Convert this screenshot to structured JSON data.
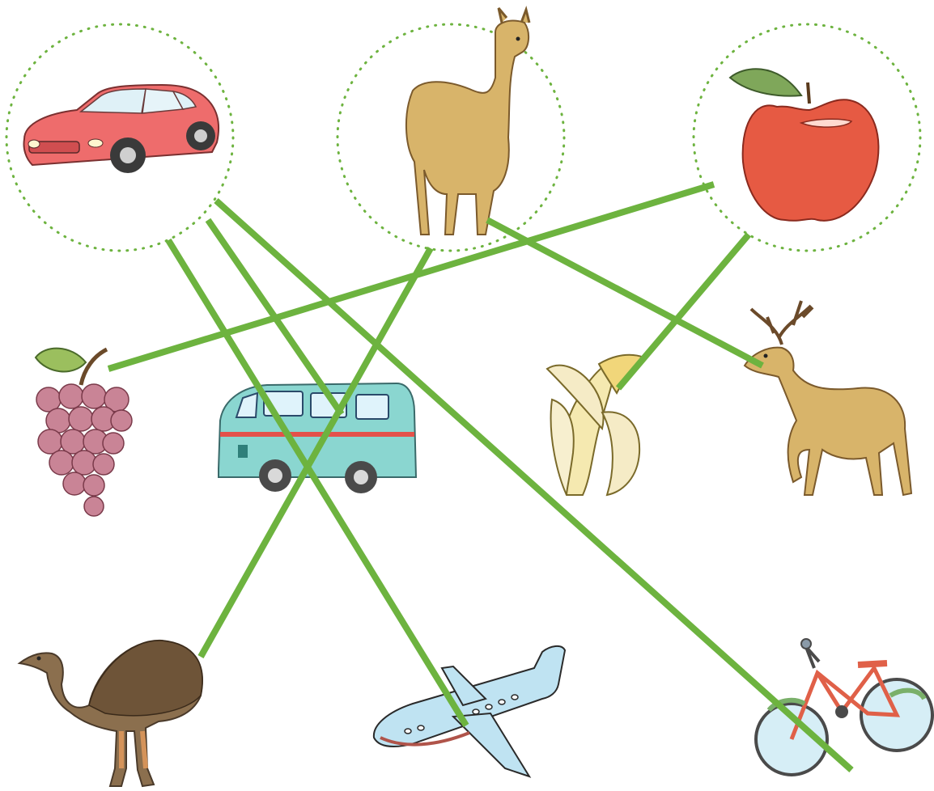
{
  "colors": {
    "line": "#6db33f",
    "circle": "#6db33f"
  },
  "targets": [
    {
      "id": "car",
      "icon": "car-icon"
    },
    {
      "id": "vicuna",
      "icon": "vicuna-icon"
    },
    {
      "id": "apple",
      "icon": "apple-icon"
    }
  ],
  "items": [
    {
      "id": "grapes",
      "icon": "grapes-icon"
    },
    {
      "id": "bus",
      "icon": "bus-icon"
    },
    {
      "id": "banana",
      "icon": "banana-icon"
    },
    {
      "id": "deer",
      "icon": "deer-icon"
    },
    {
      "id": "emu",
      "icon": "emu-icon"
    },
    {
      "id": "airplane",
      "icon": "airplane-icon"
    },
    {
      "id": "bicycle",
      "icon": "bicycle-icon"
    }
  ],
  "connections": [
    {
      "from": "car",
      "to": "bus"
    },
    {
      "from": "car",
      "to": "airplane"
    },
    {
      "from": "car",
      "to": "bicycle"
    },
    {
      "from": "vicuna",
      "to": "deer"
    },
    {
      "from": "vicuna",
      "to": "emu"
    },
    {
      "from": "apple",
      "to": "grapes"
    },
    {
      "from": "apple",
      "to": "banana"
    }
  ]
}
